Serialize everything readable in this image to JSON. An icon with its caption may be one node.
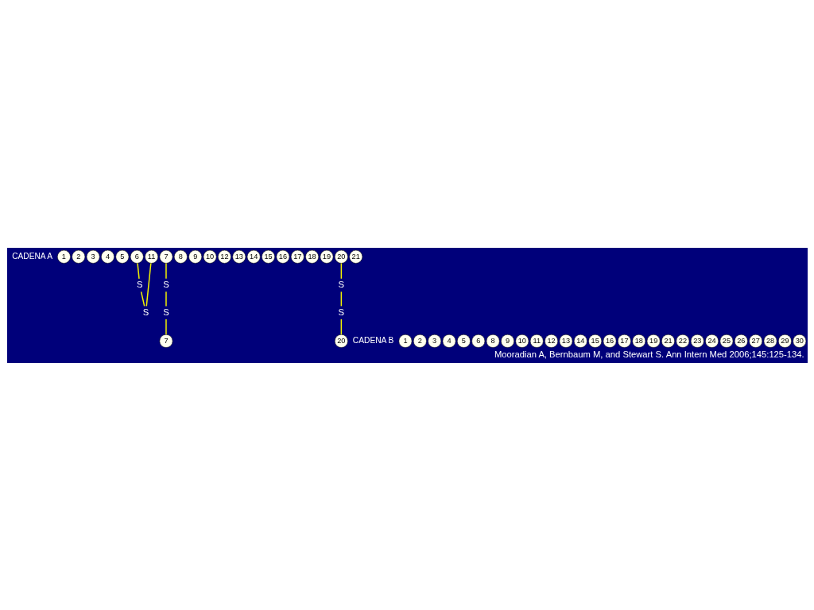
{
  "diagram": {
    "caption": "Mooradian A, Bernbaum M, and Stewart S. Ann Intern Med 2006;145:125-134.",
    "nodes": [
      {
        "text": [
          "1"
        ]
      },
      {
        "text": [
          "2"
        ]
      },
      {
        "text": [
          "3"
        ]
      },
      {
        "text": [
          "4"
        ]
      },
      {
        "text": [
          "5"
        ]
      },
      {
        "text": [
          "6"
        ]
      },
      {
        "text": [
          "7"
        ]
      },
      {
        "text": [
          "8"
        ]
      },
      {
        "text": [
          "9"
        ]
      },
      {
        "text": [
          "10"
        ]
      },
      {
        "text": [
          "11"
        ]
      },
      {
        "text": [
          "12"
        ]
      },
      {
        "text": [
          "13"
        ]
      },
      {
        "text": [
          "14"
        ]
      },
      {
        "text": [
          "15"
        ]
      },
      {
        "text": [
          "16"
        ]
      },
      {
        "text": [
          "17"
        ]
      },
      {
        "text": [
          "18"
        ]
      },
      {
        "text": [
          "19"
        ]
      },
      {
        "text": [
          "20"
        ]
      },
      {
        "text": [
          "21"
        ]
      },
      {
        "text": [
          "1"
        ]
      },
      {
        "text": [
          "2"
        ]
      },
      {
        "text": [
          "3"
        ]
      },
      {
        "text": [
          "4"
        ]
      },
      {
        "text": [
          "5"
        ]
      },
      {
        "text": [
          "6"
        ]
      },
      {
        "text": [
          "7"
        ]
      },
      {
        "text": [
          "8"
        ]
      },
      {
        "text": [
          "9"
        ]
      },
      {
        "text": [
          "10"
        ]
      },
      {
        "text": [
          "11"
        ]
      },
      {
        "text": [
          "12"
        ]
      },
      {
        "text": [
          "13"
        ]
      },
      {
        "text": [
          "14"
        ]
      },
      {
        "text": [
          "15"
        ]
      },
      {
        "text": [
          "16"
        ]
      },
      {
        "text": [
          "17"
        ]
      },
      {
        "text": [
          "18"
        ]
      },
      {
        "text": [
          "19"
        ]
      },
      {
        "text": [
          "20"
        ]
      },
      {
        "text": [
          "21"
        ]
      },
      {
        "text": [
          "22"
        ]
      },
      {
        "text": [
          "23"
        ]
      },
      {
        "text": [
          "24"
        ]
      },
      {
        "text": [
          "25"
        ]
      },
      {
        "text": [
          "26"
        ]
      },
      {
        "text": [
          "27"
        ]
      },
      {
        "text": [
          "28"
        ]
      },
      {
        "text": [
          "29"
        ]
      },
      {
        "text": [
          "30"
        ]
      },
      {
        "text": [
          "S"
        ]
      },
      {
        "text": [
          "S"
        ]
      },
      {
        "text": [
          "S"
        ]
      },
      {
        "text": [
          "S"
        ]
      },
      {
        "text": [
          "S"
        ]
      },
      {
        "text": [
          "S"
        ]
      }
    ],
    "edges": [
      {
        "from": 5,
        "to": 51,
        "arrow": "none"
      },
      {
        "from": 51,
        "to": 52,
        "arrow": "none"
      },
      {
        "from": 52,
        "to": 10,
        "arrow": "none"
      },
      {
        "from": 6,
        "to": 53,
        "arrow": "none"
      },
      {
        "from": 53,
        "to": 54,
        "arrow": "none"
      },
      {
        "from": 54,
        "to": 27,
        "arrow": "none"
      },
      {
        "from": 19,
        "to": 55,
        "arrow": "none"
      },
      {
        "from": 55,
        "to": 56,
        "arrow": "none"
      },
      {
        "from": 56,
        "to": 40,
        "arrow": "none"
      }
    ],
    "labels": [
      "CADENA A",
      "CADENA B"
    ]
  }
}
